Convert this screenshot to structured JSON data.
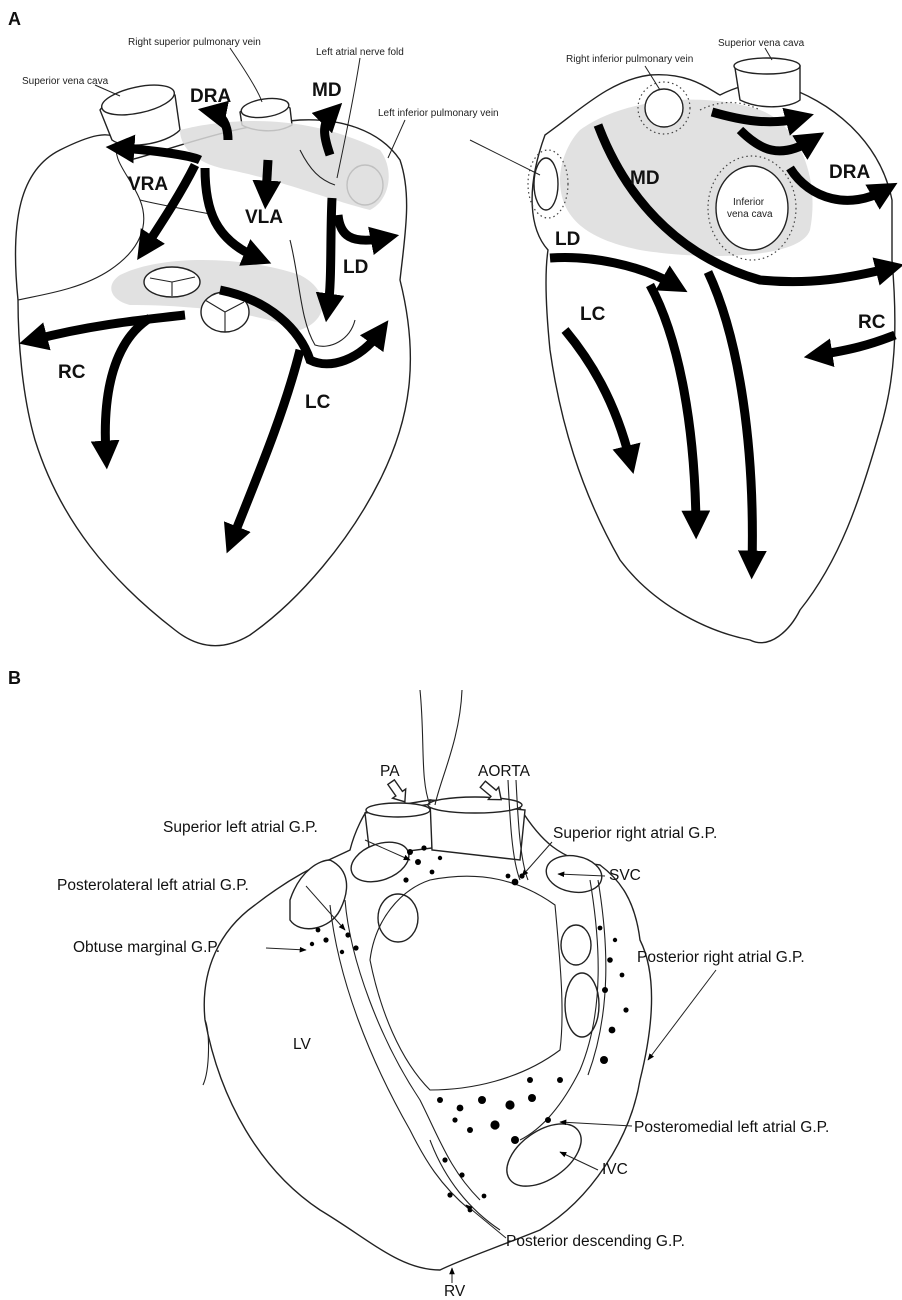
{
  "panel_a": {
    "label": "A",
    "left_view": {
      "labels": {
        "superior_vena_cava": "Superior vena cava",
        "right_superior_pulmonary_vein": "Right superior pulmonary vein",
        "left_atrial_nerve_fold": "Left atrial nerve fold",
        "left_inferior_pulmonary_vein": "Left inferior pulmonary vein",
        "dra": "DRA",
        "md": "MD",
        "vra": "VRA",
        "vla": "VLA",
        "ld": "LD",
        "rc": "RC",
        "lc": "LC"
      }
    },
    "right_view": {
      "labels": {
        "right_inferior_pulmonary_vein": "Right inferior pulmonary vein",
        "superior_vena_cava": "Superior vena cava",
        "md": "MD",
        "dra": "DRA",
        "inferior_vena_cava_1": "Inferior",
        "inferior_vena_cava_2": "vena cava",
        "ld": "LD",
        "lc": "LC",
        "rc": "RC"
      }
    }
  },
  "panel_b": {
    "label": "B",
    "labels": {
      "pa": "PA",
      "aorta": "AORTA",
      "superior_left_atrial_gp": "Superior left atrial G.P.",
      "superior_right_atrial_gp": "Superior right atrial G.P.",
      "posterolateral_left_atrial_gp": "Posterolateral left atrial G.P.",
      "svc": "SVC",
      "obtuse_marginal_gp": "Obtuse marginal G.P.",
      "posterior_right_atrial_gp": "Posterior right atrial G.P.",
      "lv": "LV",
      "posteromedial_left_atrial_gp": "Posteromedial left atrial G.P.",
      "ivc": "IVC",
      "posterior_descending_gp": "Posterior descending G.P.",
      "rv": "RV"
    }
  }
}
